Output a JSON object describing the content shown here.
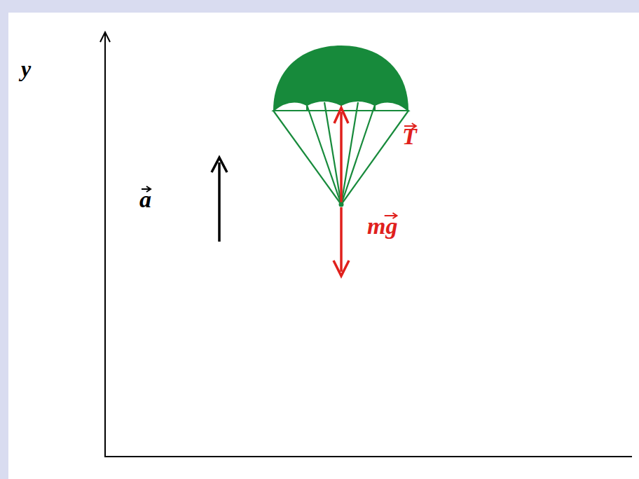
{
  "diagram": {
    "labels": [
      "y",
      "a",
      "T",
      "mg"
    ]
  }
}
